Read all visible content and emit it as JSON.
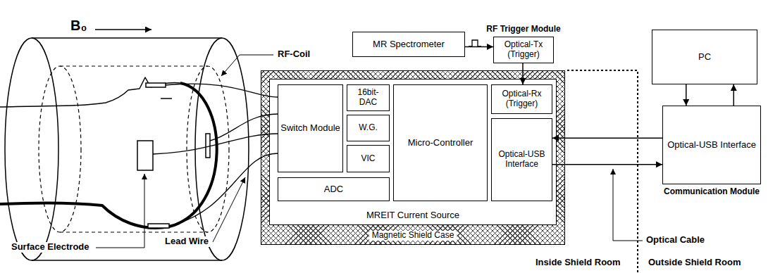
{
  "diagram": {
    "nodes": [
      {
        "text": [
          "MR Spectrometer"
        ]
      },
      {
        "text": [
          "RF Trigger Module",
          "Optical-Tx (Trigger)"
        ]
      },
      {
        "text": [
          "PC"
        ]
      },
      {
        "text": [
          "Magnetic Shield Case"
        ]
      },
      {
        "text": [
          "MREIT Current Source"
        ],
        "in": 3
      },
      {
        "text": [
          "Switch Module"
        ],
        "in": 4
      },
      {
        "text": [
          "16bit-DAC"
        ],
        "in": 4
      },
      {
        "text": [
          "W.G."
        ],
        "in": 4
      },
      {
        "text": [
          "VIC"
        ],
        "in": 4
      },
      {
        "text": [
          "ADC"
        ],
        "in": 4
      },
      {
        "text": [
          "Micro-Controller"
        ],
        "in": 4
      },
      {
        "text": [
          "Optical-Rx (Trigger)"
        ],
        "in": 4
      },
      {
        "text": [
          "Optical-USB Interface"
        ],
        "in": 4
      },
      {
        "text": [
          "Optical-USB Interface",
          "Communication Module"
        ]
      }
    ],
    "edges": [
      {
        "from": 0,
        "to": 1,
        "arrow": "to"
      },
      {
        "from": 1,
        "to": 11,
        "arrow": "to"
      },
      {
        "from": 2,
        "to": 13,
        "arrow": "to"
      },
      {
        "from": 13,
        "to": 2,
        "arrow": "to"
      },
      {
        "from": 13,
        "to": 12,
        "arrow": "to"
      },
      {
        "from": 12,
        "to": 13,
        "arrow": "to"
      }
    ],
    "labels": [
      "B₀",
      "RF-Coil",
      "Surface Electrode",
      "Lead Wire",
      "Optical Cable",
      "Inside Shield Room",
      "Outside Shield Room"
    ]
  }
}
